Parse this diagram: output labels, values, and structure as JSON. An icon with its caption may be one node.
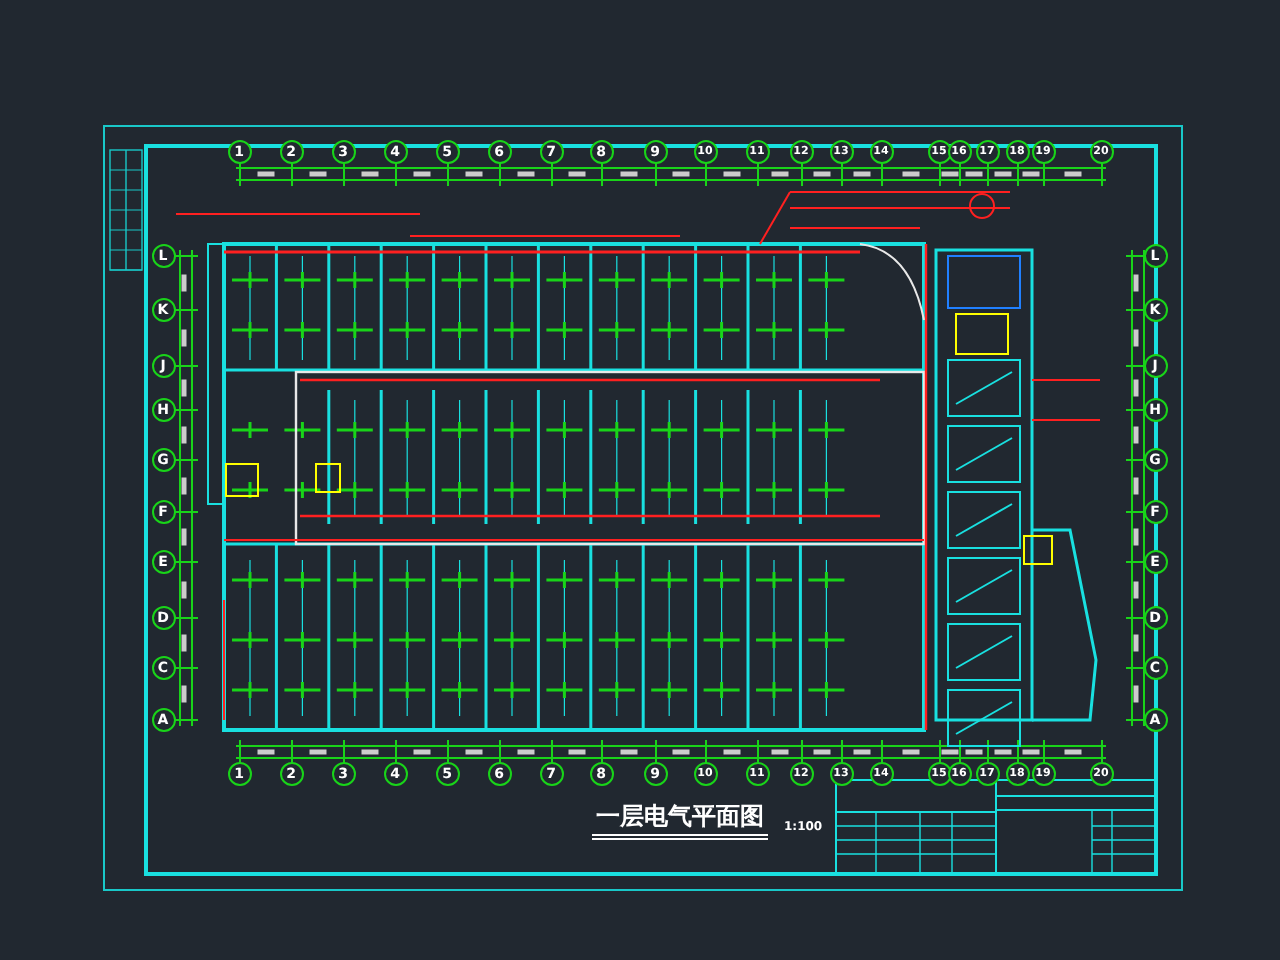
{
  "diagram": {
    "title": "一层电气平面图",
    "labels": [
      "1:100",
      "1",
      "2",
      "3",
      "4",
      "5",
      "6",
      "7",
      "8",
      "9",
      "10",
      "11",
      "12",
      "13",
      "14",
      "15",
      "16",
      "17",
      "18",
      "19",
      "20",
      "1",
      "2",
      "3",
      "4",
      "5",
      "6",
      "7",
      "8",
      "9",
      "10",
      "11",
      "12",
      "13",
      "14",
      "15",
      "16",
      "17",
      "18",
      "19",
      "20",
      "L",
      "K",
      "J",
      "H",
      "G",
      "F",
      "E",
      "D",
      "C",
      "A",
      "L",
      "K",
      "J",
      "H",
      "G",
      "F",
      "E",
      "D",
      "C",
      "A"
    ]
  }
}
